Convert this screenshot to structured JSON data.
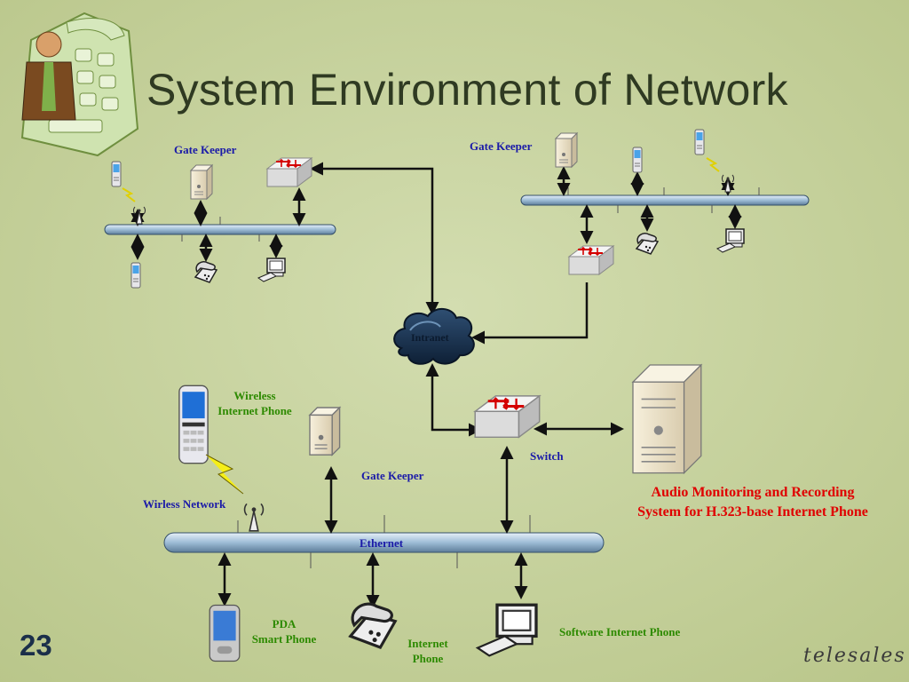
{
  "slide": {
    "title": "System Environment of Network",
    "page_number": "23",
    "brand": "telesales"
  },
  "labels": {
    "gate_keeper_top_left": "Gate Keeper",
    "gate_keeper_top_right": "Gate Keeper",
    "intranet": "Intranet",
    "wireless_internet_phone_line1": "Wireless",
    "wireless_internet_phone_line2": "Internet Phone",
    "gate_keeper_bottom": "Gate Keeper",
    "switch": "Switch",
    "wireless_network": "Wirless Network",
    "ethernet": "Ethernet",
    "recording_line1": "Audio Monitoring and Recording",
    "recording_line2": "System for H.323-base Internet Phone",
    "pda_line1": "PDA",
    "pda_line2": "Smart Phone",
    "internet_phone_line1": "Internet",
    "internet_phone_line2": "Phone",
    "software_internet_phone": "Software Internet Phone"
  },
  "colors": {
    "background": "#c6d29a",
    "title": "#2f3a22",
    "blue_label": "#1a1aa8",
    "green_label": "#2d8a00",
    "red_label": "#e00000",
    "bus": "#a9c6e0"
  },
  "icons": [
    "phone-keypad-logo-icon",
    "switch-icon",
    "server-icon",
    "cloud-icon",
    "desk-phone-icon",
    "computer-icon",
    "pda-icon",
    "smartphone-icon",
    "antenna-icon",
    "lightning-icon"
  ]
}
